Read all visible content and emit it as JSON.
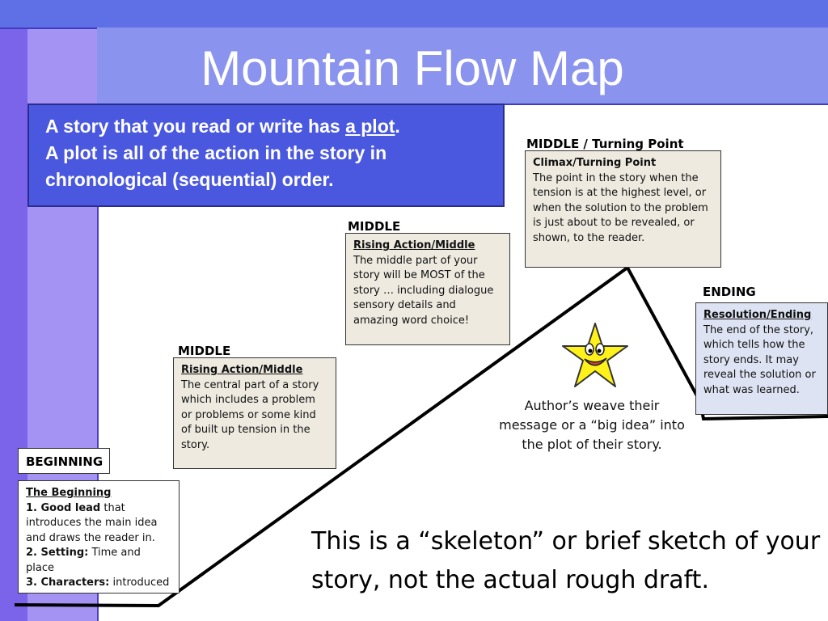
{
  "title": "Mountain Flow Map",
  "intro": {
    "line1_pre": "A story that you read or write has ",
    "line1_link": "a plot",
    "line1_post": ".",
    "line2": "A plot is all of the action in the story in chronological (sequential) order."
  },
  "stages": {
    "beginning": {
      "label": "BEGINNING",
      "heading": "The Beginning",
      "item1_bold": "1. Good lead",
      "item1_text": " that introduces the main idea and draws the reader in.",
      "item2_bold": "2. Setting:",
      "item2_text": " Time and place",
      "item3_bold": "3. Characters:",
      "item3_text": " introduced"
    },
    "middle1": {
      "label": "MIDDLE",
      "heading": "Rising Action/Middle",
      "text": "The central part of a story which includes a problem or problems or some kind of built up tension in the story."
    },
    "middle2": {
      "label": "MIDDLE",
      "heading": "Rising Action/Middle",
      "text": "The middle part of your story will be MOST of the story … including dialogue sensory details and amazing word choice!"
    },
    "climax": {
      "label": "MIDDLE / Turning Point",
      "heading": "Climax/Turning Point",
      "text": "The point in the story when the tension is at the highest level, or when the solution to the problem is just about to be revealed, or shown, to the reader."
    },
    "ending": {
      "label": "ENDING",
      "heading": "Resolution/Ending",
      "text": "The end of the story, which tells how the story ends.  It may reveal the solution or what was learned."
    }
  },
  "star_caption": "Author’s weave their message or a “big idea” into the plot of their story.",
  "skeleton_note": "This is a “skeleton” or brief sketch of your story, not the actual rough draft.",
  "colors": {
    "title_band": "#8a93ee",
    "intro_box": "#4a58e0",
    "star": "#fff21a"
  }
}
